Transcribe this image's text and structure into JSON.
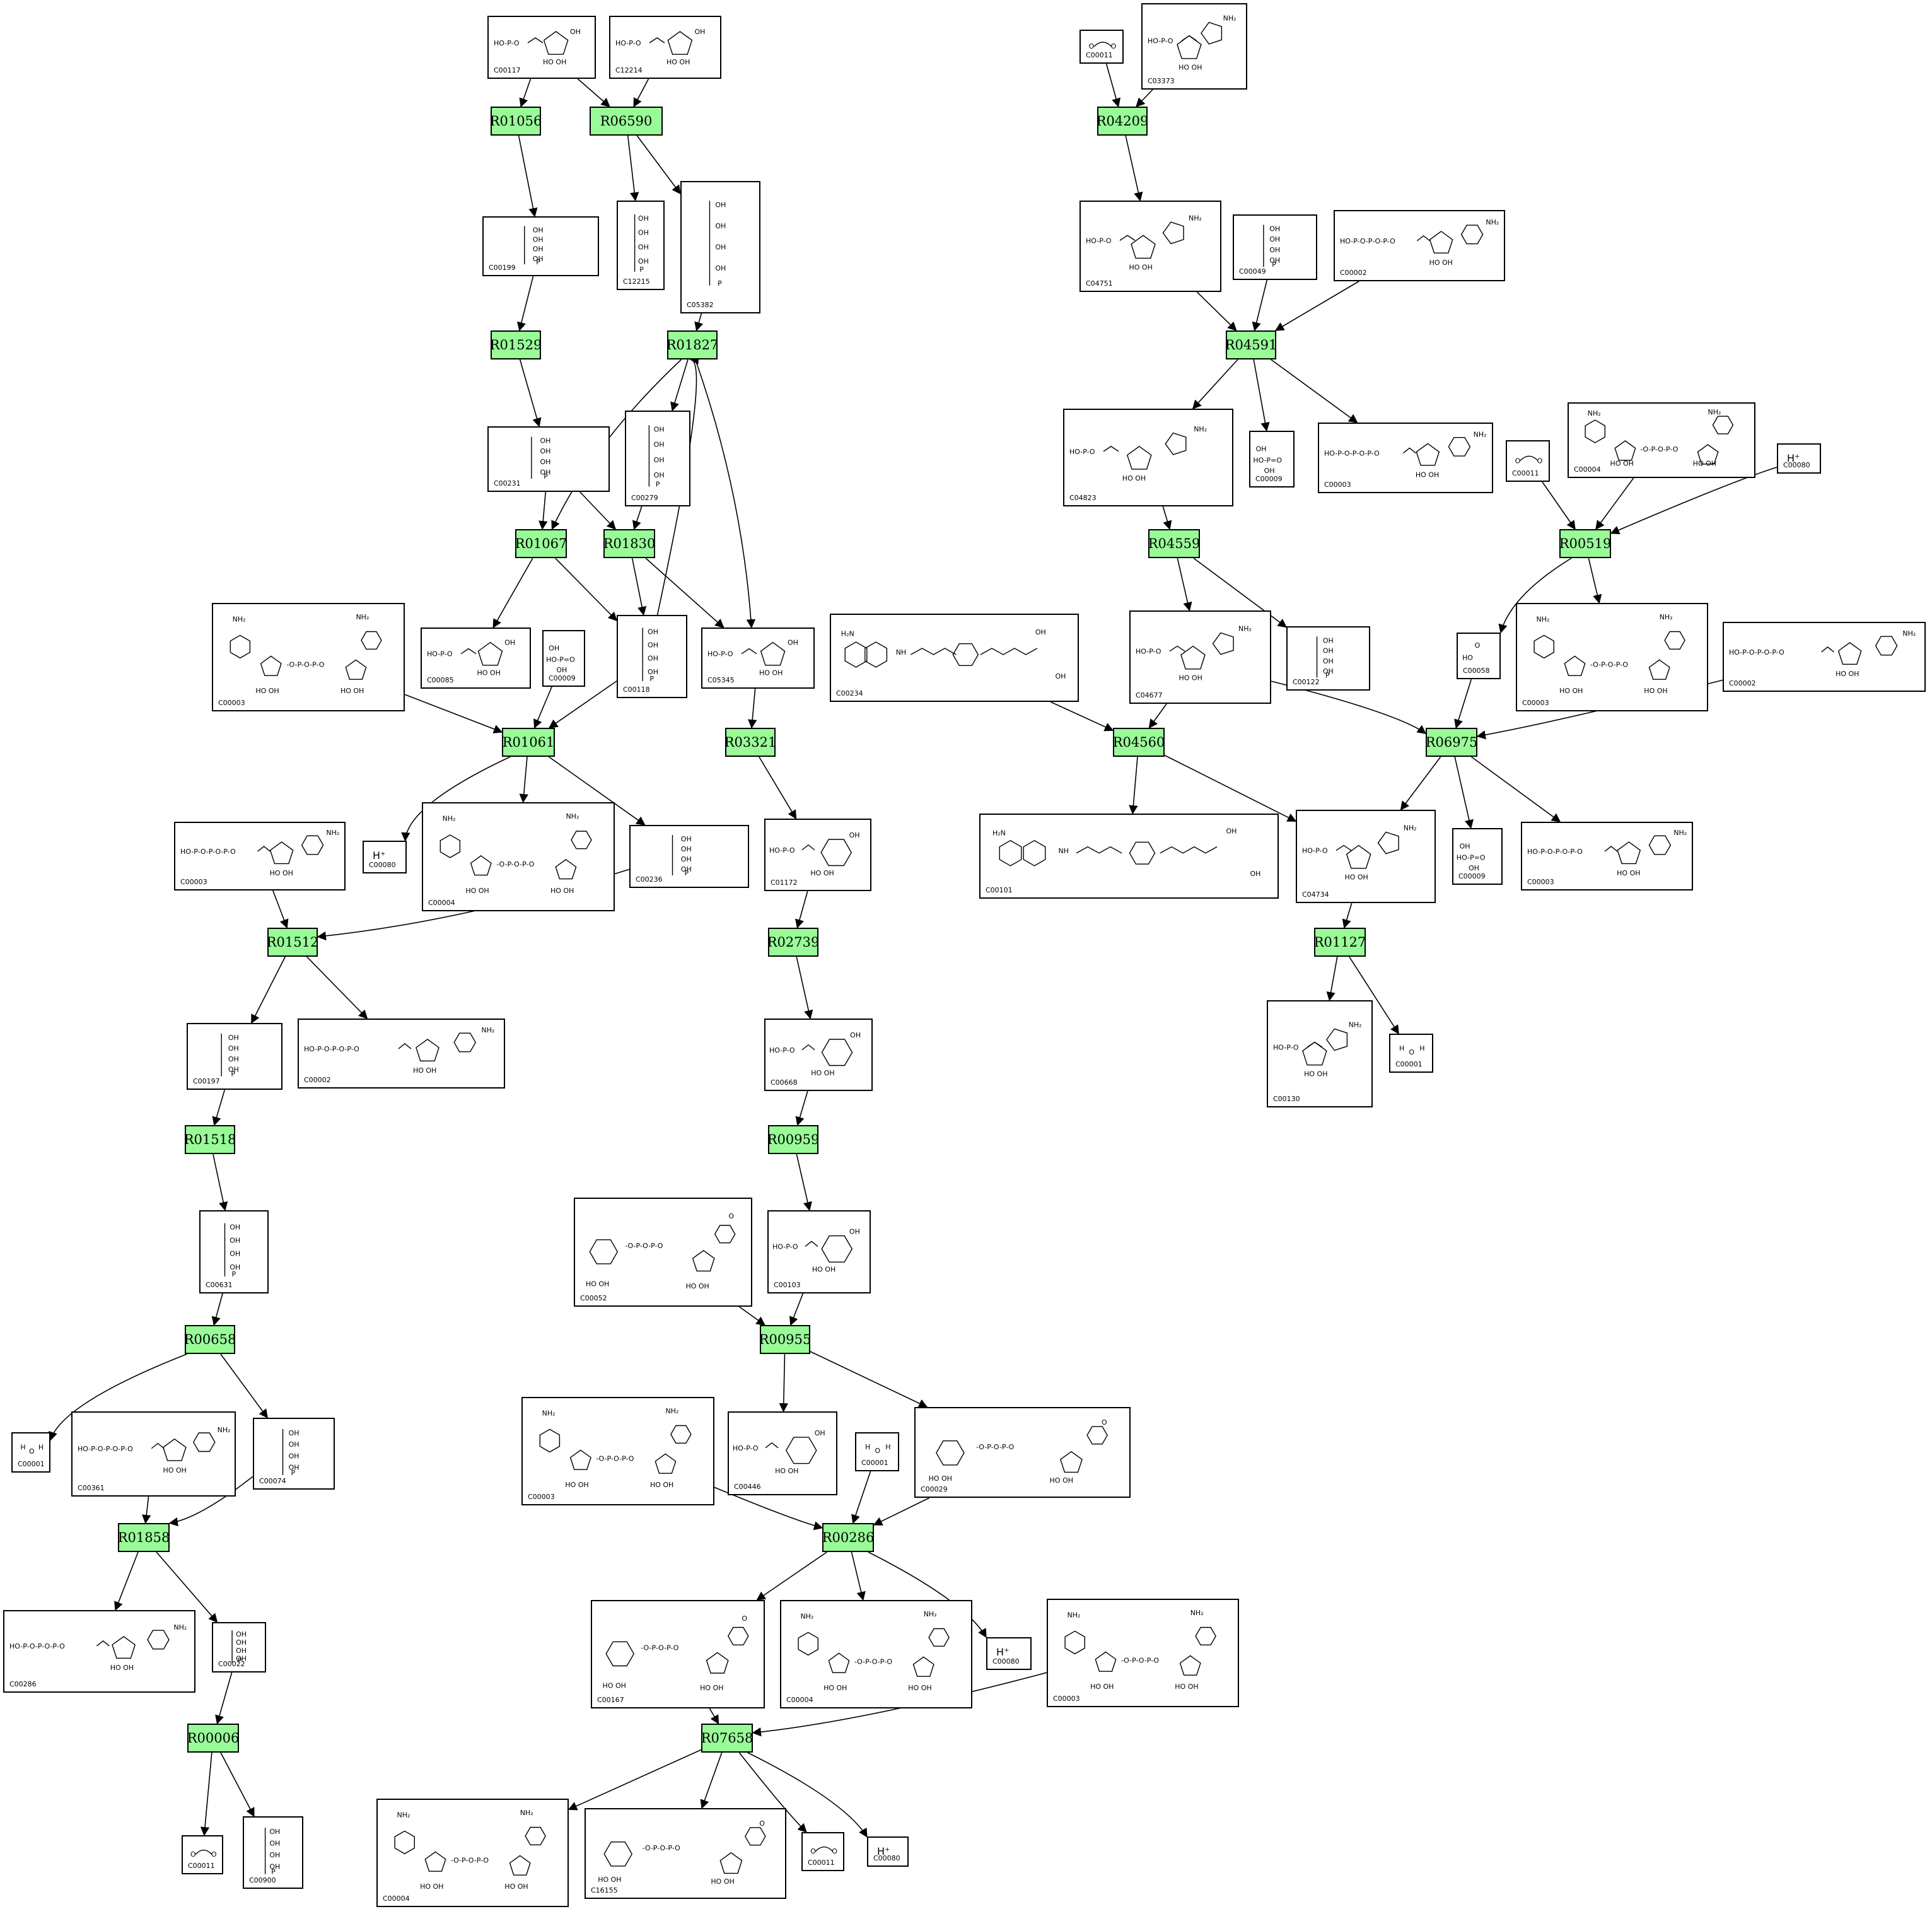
{
  "reactions": {
    "R01056": "R01056",
    "R06590": "R06590",
    "R04209": "R04209",
    "R01529": "R01529",
    "R01827": "R01827",
    "R04591": "R04591",
    "R01067": "R01067",
    "R01830": "R01830",
    "R04559": "R04559",
    "R00519": "R00519",
    "R01061": "R01061",
    "R03321": "R03321",
    "R04560": "R04560",
    "R06975": "R06975",
    "R01512": "R01512",
    "R02739": "R02739",
    "R01127": "R01127",
    "R01518": "R01518",
    "R00959": "R00959",
    "R00658": "R00658",
    "R00955": "R00955",
    "R01858": "R01858",
    "R00286": "R00286",
    "R00006": "R00006",
    "R07658": "R07658"
  },
  "compounds": {
    "c00117": "C00117",
    "c12214": "C12214",
    "c00011a": "C00011",
    "c03373": "C03373",
    "c00199": "C00199",
    "c12215": "C12215",
    "c05382": "C05382",
    "c04751": "C04751",
    "c00049": "C00049",
    "c00002a": "C00002",
    "c00231": "C00231",
    "c00279": "C00279",
    "c04823": "C04823",
    "c00009a": "C00009",
    "c00003a": "C00003",
    "c00011b": "C00011",
    "c00004a": "C00004",
    "c00080a": "C00080",
    "c00003b": "C00003",
    "c00085": "C00085",
    "c00009b": "C00009",
    "c00118": "C00118",
    "c05345": "C05345",
    "c00234": "C00234",
    "c04677": "C04677",
    "c00122": "C00122",
    "c00058": "C00058",
    "c00003c": "C00003",
    "c00002b": "C00002",
    "c00003d": "C00003",
    "c00080b": "C00080",
    "c00004b": "C00004",
    "c00236": "C00236",
    "c01172": "C01172",
    "c00101": "C00101",
    "c04734": "C04734",
    "c00009c": "C00009",
    "c00003e": "C00003",
    "c00197": "C00197",
    "c00002c": "C00002",
    "c00668": "C00668",
    "c00130": "C00130",
    "c00001a": "C00001",
    "c00052": "C00052",
    "c00631": "C00631",
    "c00103": "C00103",
    "c00003f": "C00003",
    "c00446": "C00446",
    "c00001b": "C00001",
    "c00029": "C00029",
    "c00001c": "C00001",
    "c00361": "C00361",
    "c00074": "C00074",
    "c00286": "C00286",
    "c00022": "C00022",
    "c00167": "C00167",
    "c00004c": "C00004",
    "c00080c": "C00080",
    "c00003g": "C00003",
    "c00004d": "C00004",
    "c16155": "C16155",
    "c00011c": "C00011",
    "c00080d": "C00080",
    "c00011d": "C00011",
    "c00900": "C00900"
  },
  "small_formulas": {
    "hplus": "H⁺"
  },
  "colors": {
    "reaction_fill": "#98fb98",
    "border": "#000000",
    "background": "#ffffff"
  }
}
